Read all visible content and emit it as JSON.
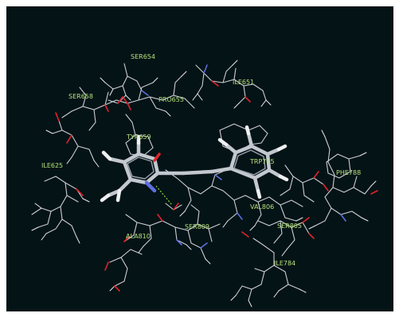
{
  "labels": {
    "ser654": "SER654",
    "ile651": "ILE651",
    "ser658": "SER658",
    "pro655": "PRO655",
    "tyr659": "TYR659",
    "ile625": "ILE625",
    "trp785": "TRP785",
    "phe788": "PHE788",
    "val806": "VAL806",
    "ser805": "SER805",
    "ala810": "ALA810",
    "ser809": "SER809",
    "ile784": "ILE784"
  },
  "colors": {
    "background": "#041316",
    "label": "#b7e27a",
    "carbon": "#c9ced4",
    "oxygen": "#e0252b",
    "nitrogen": "#5d6fe0",
    "hydrogen": "#e8eaed",
    "hbond": "#7fdc3a"
  }
}
